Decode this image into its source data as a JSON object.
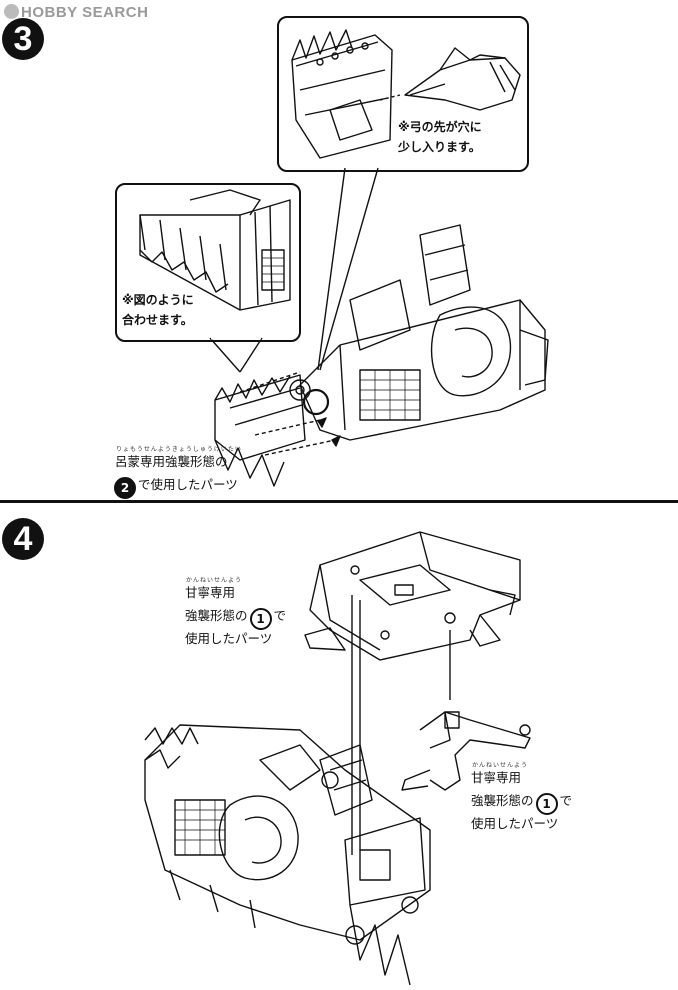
{
  "watermark": {
    "text": "HOBBY SEARCH"
  },
  "step3": {
    "number": "3",
    "callout_top": {
      "line1": "※弓の先が穴に",
      "line2": "少し入ります。"
    },
    "callout_left": {
      "line1": "※図のように",
      "line2": "合わせます。"
    },
    "parts_label": {
      "furigana": "りょもうせんようきょうしゅうけいたい",
      "line1": "呂蒙専用強襲形態の",
      "ref": "2",
      "line2": "で使用したパーツ"
    }
  },
  "step4": {
    "number": "4",
    "label_top": {
      "furigana": "かんねいせんよう",
      "line1": "甘寧専用",
      "line2a": "強襲形態の",
      "ref": "1",
      "line2b": "で",
      "line3": "使用したパーツ"
    },
    "label_right": {
      "furigana": "かんねいせんよう",
      "line1": "甘寧専用",
      "line2a": "強襲形態の",
      "ref": "1",
      "line2b": "で",
      "line3": "使用したパーツ"
    }
  }
}
